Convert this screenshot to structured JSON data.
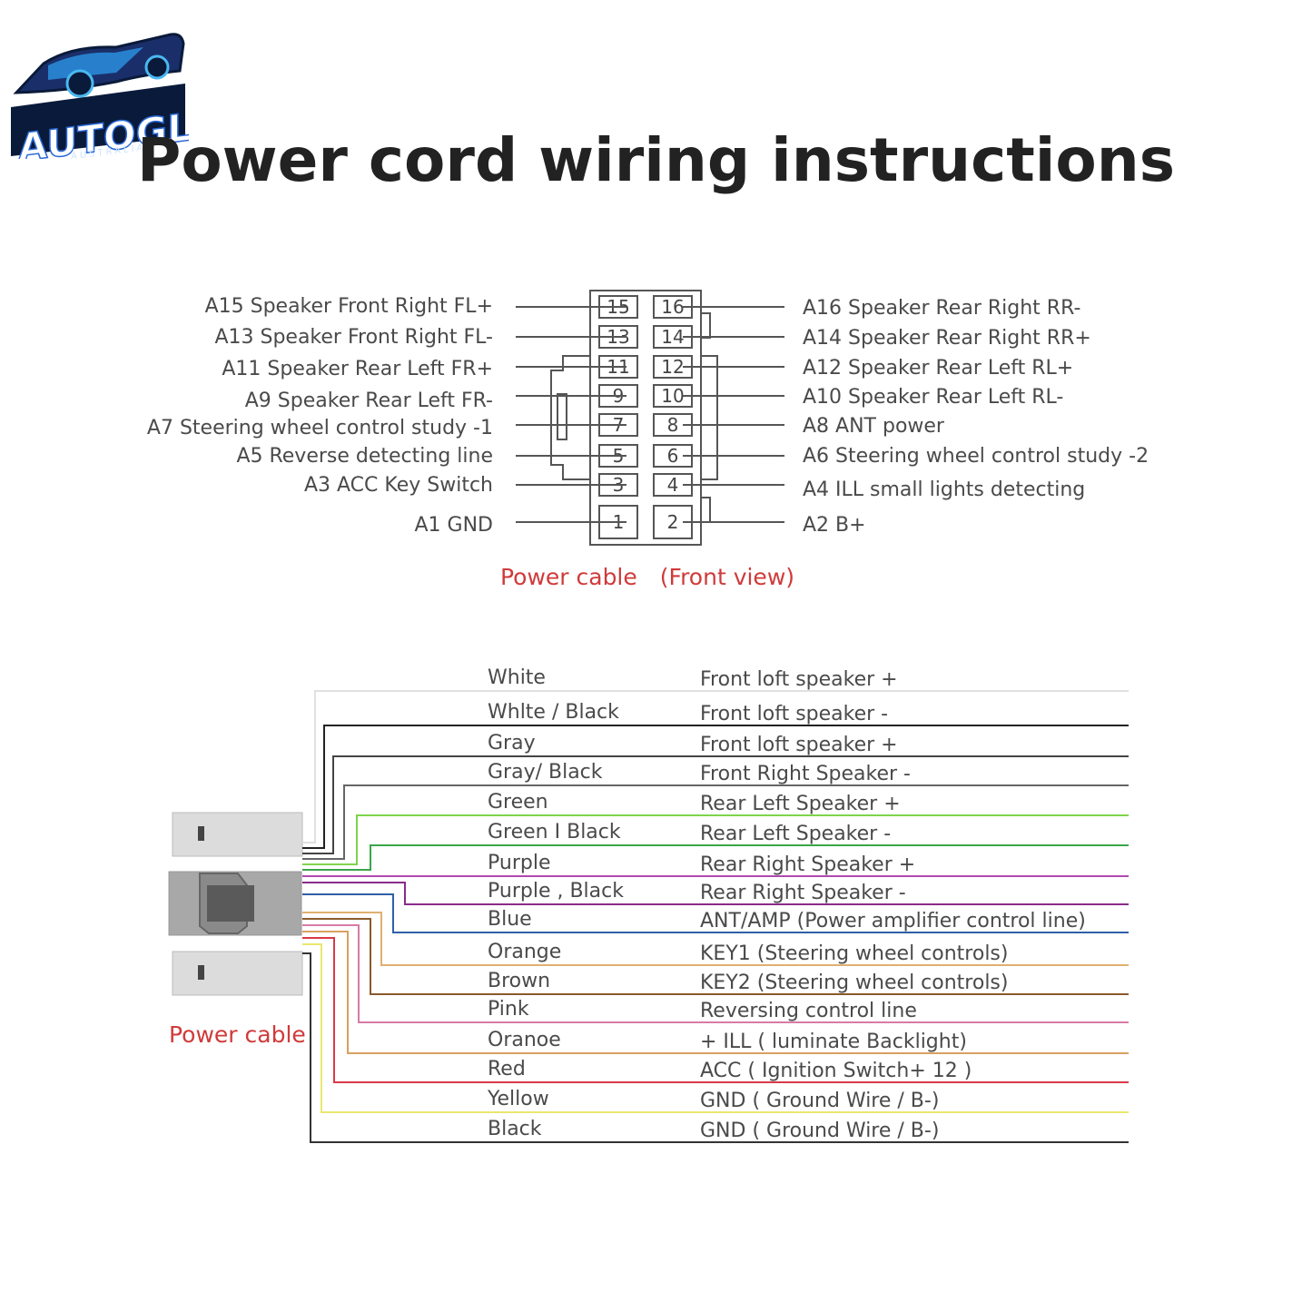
{
  "title": "Power cord wiring instructions",
  "logo": {
    "brand": "AUTOGLO",
    "sub": "AUSTRALIA"
  },
  "connector_caption": "Power cable　(Front view)",
  "pins": [
    {
      "num": "15",
      "label": "A15 Speaker Front Right FL+"
    },
    {
      "num": "16",
      "label": "A16 Speaker Rear Right RR-"
    },
    {
      "num": "13",
      "label": "A13 Speaker Front Right FL-"
    },
    {
      "num": "14",
      "label": "A14 Speaker Rear Right RR+"
    },
    {
      "num": "11",
      "label": "A11 Speaker Rear Left FR+"
    },
    {
      "num": "12",
      "label": "A12 Speaker Rear Left RL+"
    },
    {
      "num": "9",
      "label": "A9 Speaker Rear Left FR-"
    },
    {
      "num": "10",
      "label": "A10 Speaker Rear Left RL-"
    },
    {
      "num": "7",
      "label": "A7 Steering wheel control study -1"
    },
    {
      "num": "8",
      "label": "A8 ANT power"
    },
    {
      "num": "5",
      "label": "A5 Reverse detecting line"
    },
    {
      "num": "6",
      "label": "A6 Steering wheel control study -2"
    },
    {
      "num": "3",
      "label": "A3 ACC Key Switch"
    },
    {
      "num": "4",
      "label": "A4 ILL small lights detecting"
    },
    {
      "num": "1",
      "label": "A1 GND"
    },
    {
      "num": "2",
      "label": "A2 B+"
    }
  ],
  "cable_caption": "Power cable",
  "wires": [
    {
      "color": "White",
      "function": "Front loft speaker +",
      "hex": "#e0e0e0"
    },
    {
      "color": "Whlte / Black",
      "function": "Front loft speaker -",
      "hex": "#222222"
    },
    {
      "color": "Gray",
      "function": "Front loft speaker +",
      "hex": "#444444"
    },
    {
      "color": "Gray/ Black",
      "function": "Front Right Speaker -",
      "hex": "#666666"
    },
    {
      "color": "Green",
      "function": "Rear Left Speaker +",
      "hex": "#7fd44a"
    },
    {
      "color": "Green I Black",
      "function": "Rear Left Speaker -",
      "hex": "#3aa64a"
    },
    {
      "color": "Purple",
      "function": "Rear Right Speaker +",
      "hex": "#b04ab0"
    },
    {
      "color": "Purple , Black",
      "function": "Rear Right Speaker -",
      "hex": "#8a2a8a"
    },
    {
      "color": "Blue",
      "function": "ANT/AMP (Power amplifier control line)",
      "hex": "#2f5fa8"
    },
    {
      "color": "Orange",
      "function": "KEY1 (Steering wheel controls)",
      "hex": "#e0b070"
    },
    {
      "color": "Brown",
      "function": "KEY2 (Steering wheel controls)",
      "hex": "#8a5a2a"
    },
    {
      "color": "Pink",
      "function": "Reversing control line",
      "hex": "#d87aa8"
    },
    {
      "color": "Oranoe",
      "function": "+ ILL ( luminate Backlight)",
      "hex": "#d8a060"
    },
    {
      "color": "Red",
      "function": "ACC ( Ignition Switch+ 12 )",
      "hex": "#d83a4a"
    },
    {
      "color": "Yellow",
      "function": "GND ( Ground Wire / B-)",
      "hex": "#e8e870"
    },
    {
      "color": "Black",
      "function": "GND ( Ground Wire / B-)",
      "hex": "#333333"
    }
  ]
}
